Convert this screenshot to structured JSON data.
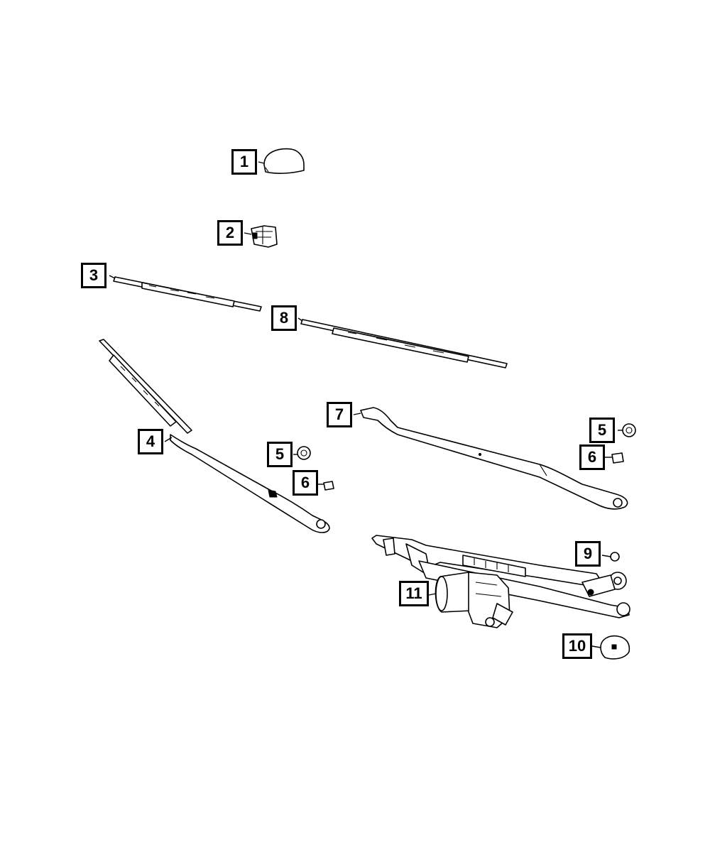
{
  "callouts": [
    {
      "id": "c1",
      "label": "1"
    },
    {
      "id": "c2",
      "label": "2"
    },
    {
      "id": "c3",
      "label": "3"
    },
    {
      "id": "c8",
      "label": "8"
    },
    {
      "id": "c4",
      "label": "4"
    },
    {
      "id": "c7",
      "label": "7"
    },
    {
      "id": "c5a",
      "label": "5"
    },
    {
      "id": "c5b",
      "label": "5"
    },
    {
      "id": "c6a",
      "label": "6"
    },
    {
      "id": "c6b",
      "label": "6"
    },
    {
      "id": "c9",
      "label": "9"
    },
    {
      "id": "c11",
      "label": "11"
    },
    {
      "id": "c10",
      "label": "10"
    }
  ]
}
